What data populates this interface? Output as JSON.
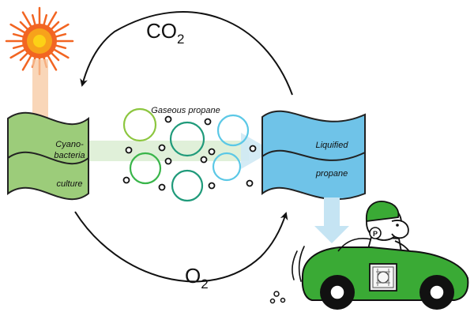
{
  "labels": {
    "co2_main": "CO",
    "co2_sub": "2",
    "o2_main": "O",
    "o2_sub": "2",
    "gaseous_propane": "Gaseous propane",
    "cyano_line1": "Cyano-",
    "cyano_line2": "bacteria",
    "culture": "culture",
    "liquified": "Liquified",
    "propane": "propane",
    "car_badge": "P"
  },
  "icons": [
    "sun-icon",
    "car-icon",
    "driver-icon",
    "engine-icon"
  ],
  "colors": {
    "sun_core": "#f7a21b",
    "sun_rays": "#f26522",
    "culture_green": "#9ccc7a",
    "culture_green_dark": "#5fa83a",
    "liquid_blue": "#6fc3e8",
    "liquid_blue_dark": "#2c8fc4",
    "car_green": "#3aaa35",
    "bubble_light_green": "#8cc63f",
    "bubble_green": "#39b54a",
    "bubble_teal": "#1f9a7a",
    "bubble_blue": "#5bc8e6"
  }
}
